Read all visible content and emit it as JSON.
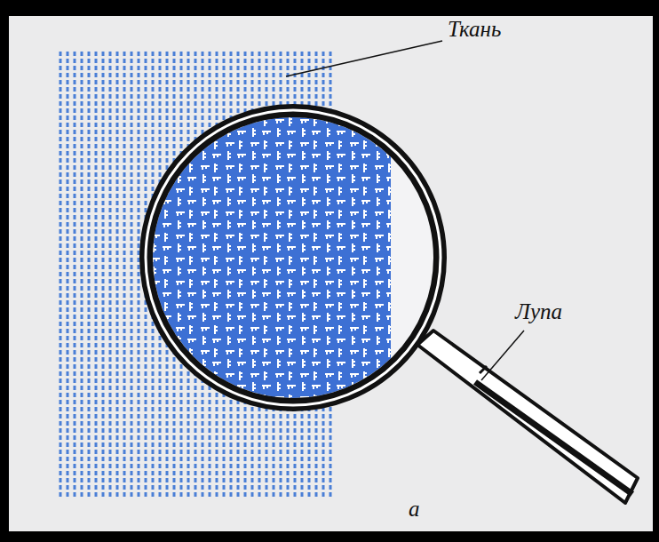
{
  "diagram": {
    "labels": [
      "Ткань",
      "Лупа",
      "а"
    ]
  }
}
